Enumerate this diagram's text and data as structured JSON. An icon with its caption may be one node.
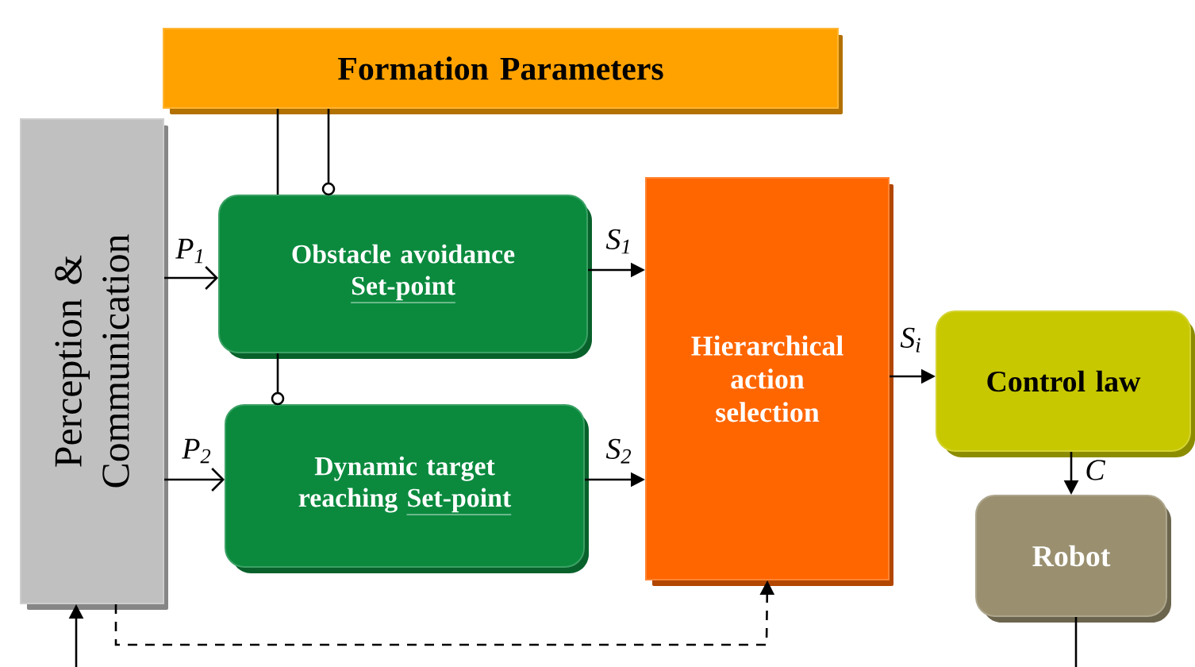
{
  "diagram": {
    "nodes": [
      {
        "text": [
          "Formation Parameters"
        ]
      },
      {
        "text": [
          "Perception & Communication"
        ]
      },
      {
        "text": [
          "Obstacle avoidance",
          "Set-point"
        ]
      },
      {
        "text": [
          "Dynamic target reaching",
          "Set-point"
        ]
      },
      {
        "text": [
          "Hierarchical action selection"
        ]
      },
      {
        "text": [
          "Control law"
        ]
      },
      {
        "text": [
          "Robot"
        ]
      }
    ],
    "edges": [
      {
        "from": 0,
        "to": 2,
        "arrow": "none"
      },
      {
        "from": 0,
        "to": 2,
        "arrow": "other"
      },
      {
        "from": 2,
        "to": 3,
        "arrow": "other"
      },
      {
        "from": 1,
        "to": 2,
        "arrow": "to",
        "label": "P$_{1}$"
      },
      {
        "from": 1,
        "to": 3,
        "arrow": "to",
        "label": "P$_{2}$"
      },
      {
        "from": 2,
        "to": 4,
        "arrow": "to",
        "label": "S$_{1}$"
      },
      {
        "from": 3,
        "to": 4,
        "arrow": "to",
        "label": "S$_{2}$"
      },
      {
        "from": 4,
        "to": 5,
        "arrow": "to",
        "label": "S$_{i}$"
      },
      {
        "from": 5,
        "to": 6,
        "arrow": "to",
        "label": "C"
      },
      {
        "from": 1,
        "to": 4,
        "arrow": "to",
        "style": "dashed"
      },
      {
        "from": null,
        "to": 1,
        "arrow": "to"
      },
      {
        "from": 6,
        "to": null,
        "arrow": "none"
      }
    ]
  }
}
